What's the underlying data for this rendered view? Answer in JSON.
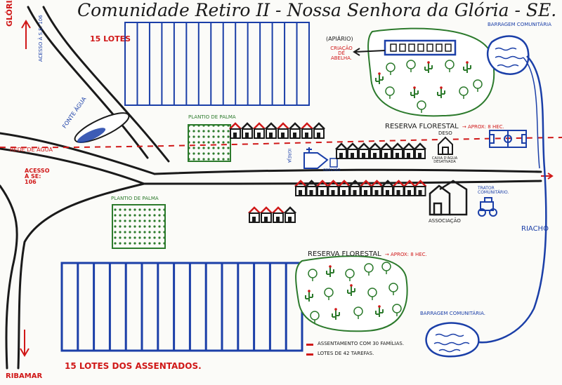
{
  "title": "Comunidade Retiro II - Nossa Senhora da Glória - SE.",
  "labels": {
    "gloria": "GLÓRIA",
    "acesso_top": "ACESSO À S.E: 106",
    "fonte_agua": "FONTE ÁGUA",
    "rede_agua": "REDE DE ÁGUA",
    "acesso_left": "ACESSO À SE: 106",
    "ribamar": "RIBAMAR",
    "lotes_top": "15 LOTES",
    "lotes_bottom": "15 LOTES DOS ASSENTADOS.",
    "plantio_palma_1": "PLANTIO DE PALMA",
    "plantio_palma_2": "PLANTIO DE PALMA",
    "apiario": "(APIÁRIO)",
    "criacao_abelha": "CRIAÇÃO DE ABELHA.",
    "barragem_top": "BARRAGEM COMUNITÁRIA",
    "barragem_bottom": "BARRAGEM COMUNITÁRIA.",
    "reserva_top": "RESERVA FLORESTAL",
    "reserva_top_area": "→ APROX: 8 HEC.",
    "reserva_bottom": "RESERVA FLORESTAL",
    "reserva_bottom_area": "→ APROX: 8 HEC.",
    "igreja": "IGREJA",
    "orelhao": "ORELHÃO",
    "deso": "DESO",
    "caixa_agua": "CAIXA D'ÁGUA DESATIVADA",
    "trator": "TRATOR COMUNITÁRIO.",
    "associacao": "ASSOCIAÇÃO",
    "riacho": "RIACHO",
    "legend_1": "ASSENTAMENTO COM 30 FAMÍLIAS.",
    "legend_2": "LOTES DE 42 TAREFAS."
  },
  "colors": {
    "red": "#d01818",
    "blue": "#1b3fa8",
    "green": "#2c7a2c",
    "black": "#1a1a1a"
  },
  "houses": {
    "row_top_left": [
      "red",
      "black",
      "red",
      "black",
      "red",
      "black",
      "red",
      "black"
    ],
    "row_top_right": [
      "black",
      "black",
      "black",
      "black",
      "black",
      "black",
      "black",
      "black"
    ],
    "row_mid": [
      "red",
      "black",
      "red",
      "red",
      "red",
      "black",
      "red",
      "red",
      "black",
      "red",
      "red",
      "red"
    ],
    "row_low": [
      "red",
      "red",
      "red",
      "black"
    ]
  }
}
